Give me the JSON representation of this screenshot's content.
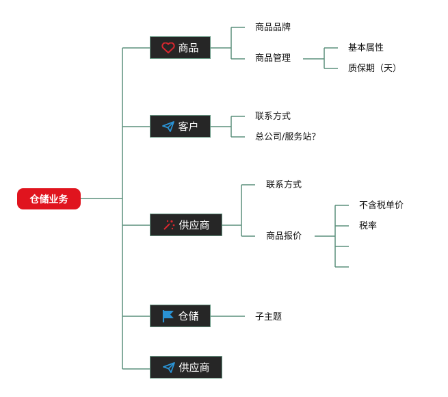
{
  "root": {
    "label": "仓储业务",
    "color": "#e0141e"
  },
  "connector_color": "#5a8f7b",
  "branches": [
    {
      "label": "商品",
      "icon": "heart-icon",
      "children": [
        {
          "label": "商品品牌"
        },
        {
          "label": "商品管理",
          "children": [
            {
              "label": "基本属性"
            },
            {
              "label": "质保期（天）"
            }
          ]
        }
      ]
    },
    {
      "label": "客户",
      "icon": "paper-plane-icon",
      "children": [
        {
          "label": "联系方式"
        },
        {
          "label": "总公司/服务站？"
        }
      ]
    },
    {
      "label": "供应商",
      "icon": "magic-wand-icon",
      "children": [
        {
          "label": "联系方式"
        },
        {
          "label": "商品报价",
          "children": [
            {
              "label": "不含税单价"
            },
            {
              "label": "税率"
            },
            {
              "label": ""
            },
            {
              "label": ""
            }
          ]
        }
      ]
    },
    {
      "label": "仓储",
      "icon": "flag-icon",
      "children": [
        {
          "label": "子主题"
        }
      ]
    },
    {
      "label": "供应商",
      "icon": "paper-plane-icon",
      "children": []
    }
  ]
}
